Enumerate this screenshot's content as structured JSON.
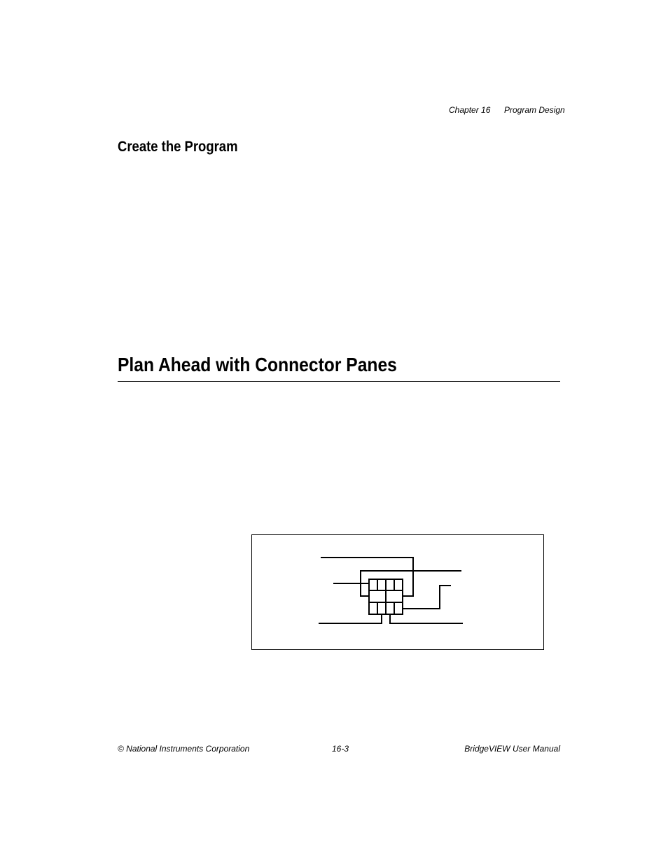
{
  "header": {
    "chapter": "Chapter 16",
    "section": "Program Design"
  },
  "headings": {
    "create": "Create the Program",
    "plan": "Plan Ahead with Connector Panes"
  },
  "footer": {
    "copyright": "© National Instruments Corporation",
    "page": "16-3",
    "manual": "BridgeVIEW User Manual"
  }
}
